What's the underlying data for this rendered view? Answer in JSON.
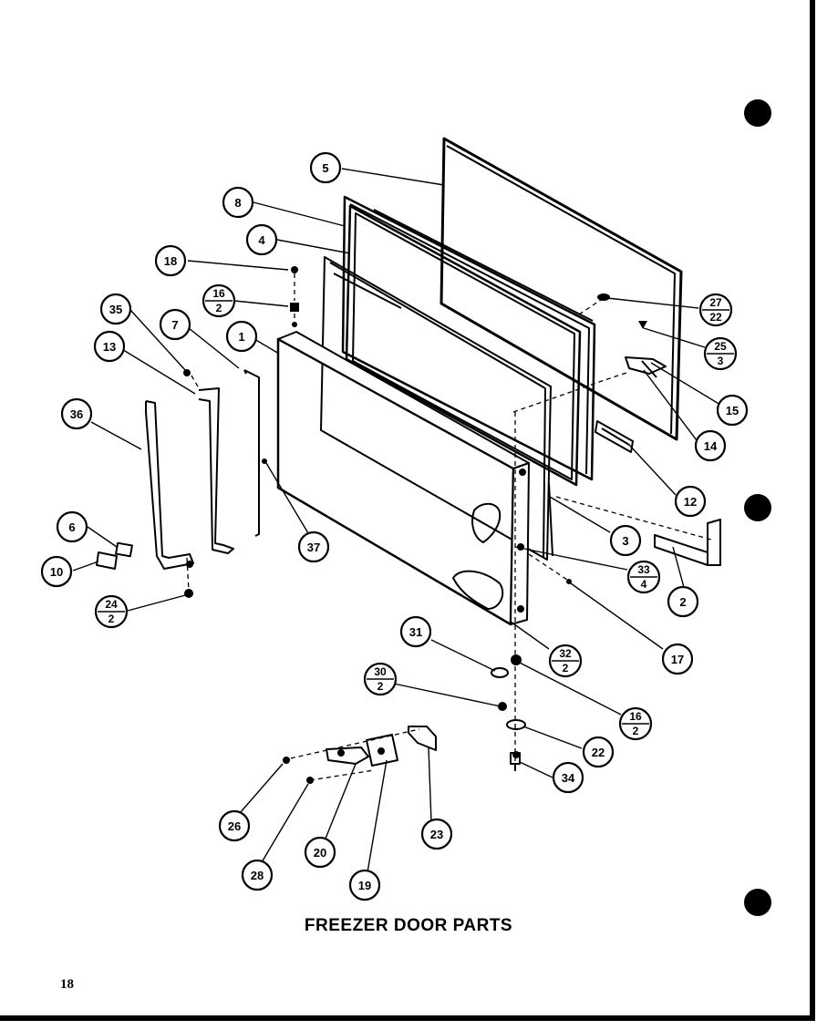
{
  "title": "FREEZER DOOR PARTS",
  "page_number": "18",
  "callouts": {
    "c1": "1",
    "c2": "2",
    "c3": "3",
    "c4": "4",
    "c5": "5",
    "c6": "6",
    "c7": "7",
    "c8": "8",
    "c10": "10",
    "c12": "12",
    "c13": "13",
    "c14": "14",
    "c15": "15",
    "c17": "17",
    "c18": "18",
    "c19": "19",
    "c20": "20",
    "c22": "22",
    "c23": "23",
    "c26": "26",
    "c28": "28",
    "c31": "31",
    "c34": "34",
    "c35": "35",
    "c36": "36",
    "c37": "37"
  },
  "fractions": {
    "f16a": {
      "top": "16",
      "bottom": "2"
    },
    "f27": {
      "top": "27",
      "bottom": "22"
    },
    "f25": {
      "top": "25",
      "bottom": "3"
    },
    "f24": {
      "top": "24",
      "bottom": "2"
    },
    "f33": {
      "top": "33",
      "bottom": "4"
    },
    "f32": {
      "top": "32",
      "bottom": "2"
    },
    "f30": {
      "top": "30",
      "bottom": "2"
    },
    "f16b": {
      "top": "16",
      "bottom": "2"
    }
  }
}
